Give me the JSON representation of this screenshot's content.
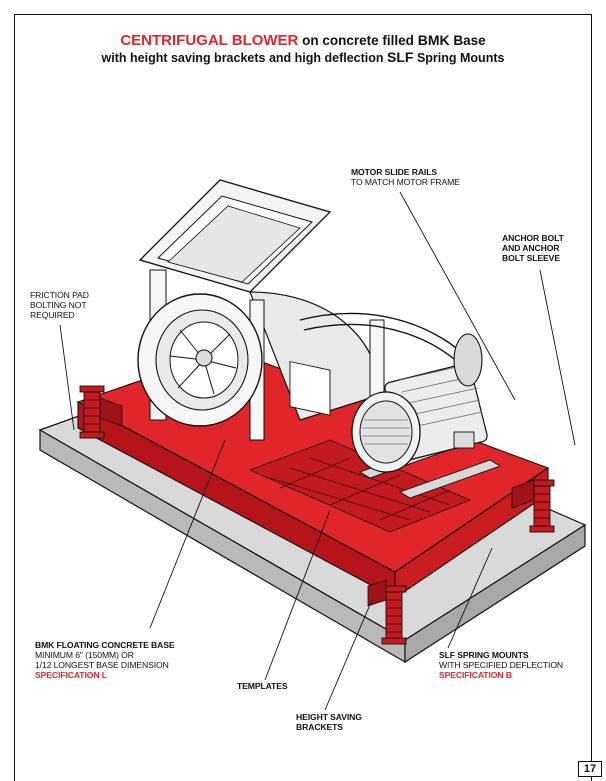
{
  "title": {
    "line1_red": "CENTRIFUGAL BLOWER",
    "line1_mid": "on concrete filled",
    "line1_bold": "BMK",
    "line1_end": "Base",
    "line2_start": "with height saving brackets and high deflection",
    "line2_bold": "SLF",
    "line2_end": "Spring Mounts"
  },
  "labels": {
    "motor_rails": {
      "l1": "MOTOR SLIDE RAILS",
      "l2": "TO MATCH MOTOR FRAME"
    },
    "anchor": {
      "l1": "ANCHOR BOLT",
      "l2": "AND ANCHOR",
      "l3": "BOLT SLEEVE"
    },
    "friction": {
      "l1": "FRICTION PAD",
      "l2": "BOLTING NOT",
      "l3": "REQUIRED"
    },
    "bmk": {
      "l1": "BMK FLOATING CONCRETE BASE",
      "l2": "MINIMUM 6\" (150mm) OR",
      "l3": "1/12 LONGEST BASE DIMENSION",
      "spec": "SPECIFICATION L"
    },
    "templates": {
      "l1": "TEMPLATES"
    },
    "slf": {
      "l1": "SLF SPRING MOUNTS",
      "l2": "WITH SPECIFIED DEFLECTION",
      "spec": "SPECIFICATION B"
    },
    "height": {
      "l1": "HEIGHT SAVING",
      "l2": "BRACKETS"
    }
  },
  "page_number": "17",
  "colors": {
    "accent": "#e0262b",
    "slab": "#d6d6d6",
    "steel": "#eeeeee",
    "line": "#111111"
  }
}
